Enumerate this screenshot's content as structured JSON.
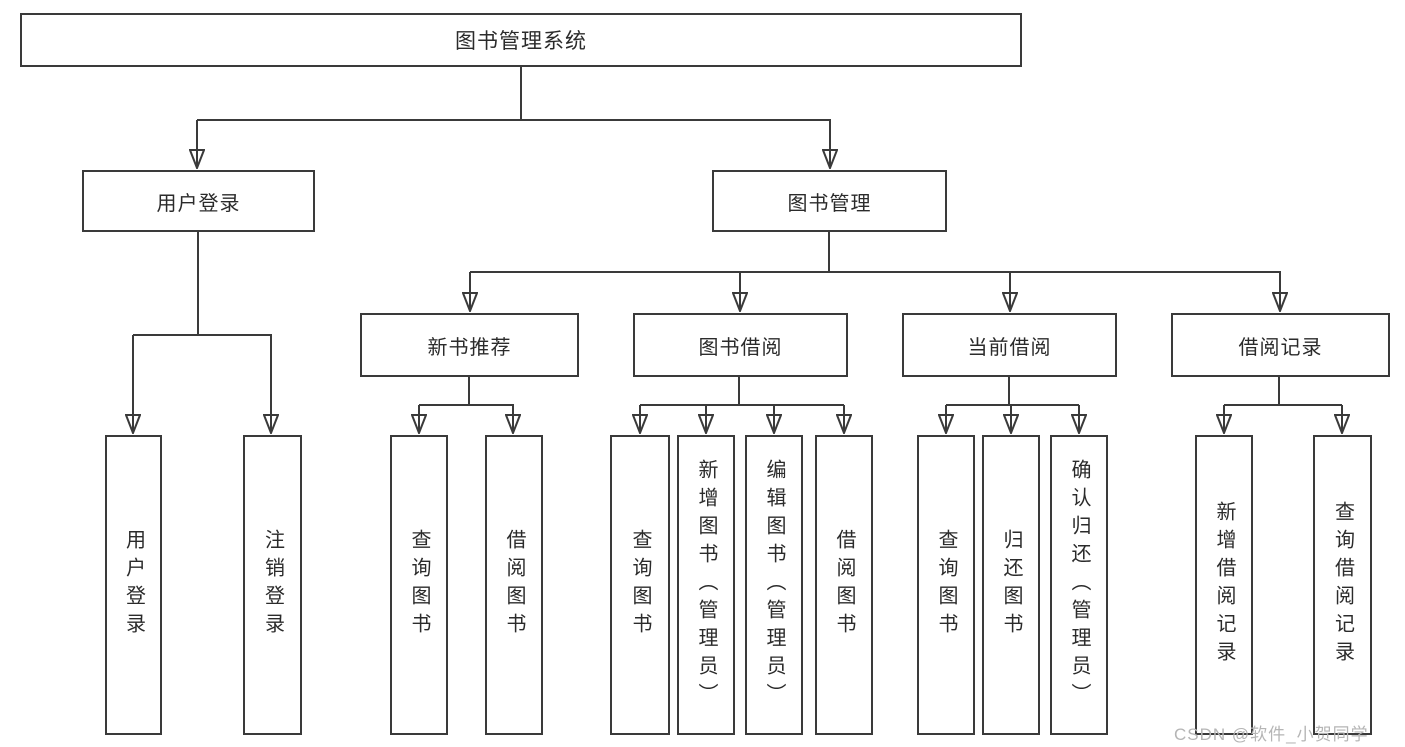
{
  "diagram": {
    "root": {
      "label": "图书管理系统"
    },
    "user_login_branch": {
      "label": "用户登录",
      "leaves": {
        "login": "用户登录",
        "logout": "注销登录"
      }
    },
    "book_management_branch": {
      "label": "图书管理",
      "sections": {
        "new_book_recommendation": {
          "label": "新书推荐",
          "leaves": {
            "query_books": "查询图书",
            "borrow_books": "借阅图书"
          }
        },
        "book_borrowing": {
          "label": "图书借阅",
          "leaves": {
            "query_books": "查询图书",
            "add_book_admin": "新增图书（管理员）",
            "edit_book_admin": "编辑图书（管理员）",
            "borrow_books": "借阅图书"
          }
        },
        "current_borrowing": {
          "label": "当前借阅",
          "leaves": {
            "query_books": "查询图书",
            "return_books": "归还图书",
            "confirm_return_admin": "确认归还（管理员）"
          }
        },
        "borrowing_records": {
          "label": "借阅记录",
          "leaves": {
            "add_borrow_record": "新增借阅记录",
            "query_borrow_record": "查询借阅记录"
          }
        }
      }
    }
  },
  "watermark": {
    "text": "CSDN @软件_小贺同学"
  },
  "colors": {
    "line": "#3a3a3a",
    "box_border": "#3a3a3a",
    "text": "#2b2b2b",
    "watermark": "#b5b5b5",
    "background": "#ffffff"
  }
}
